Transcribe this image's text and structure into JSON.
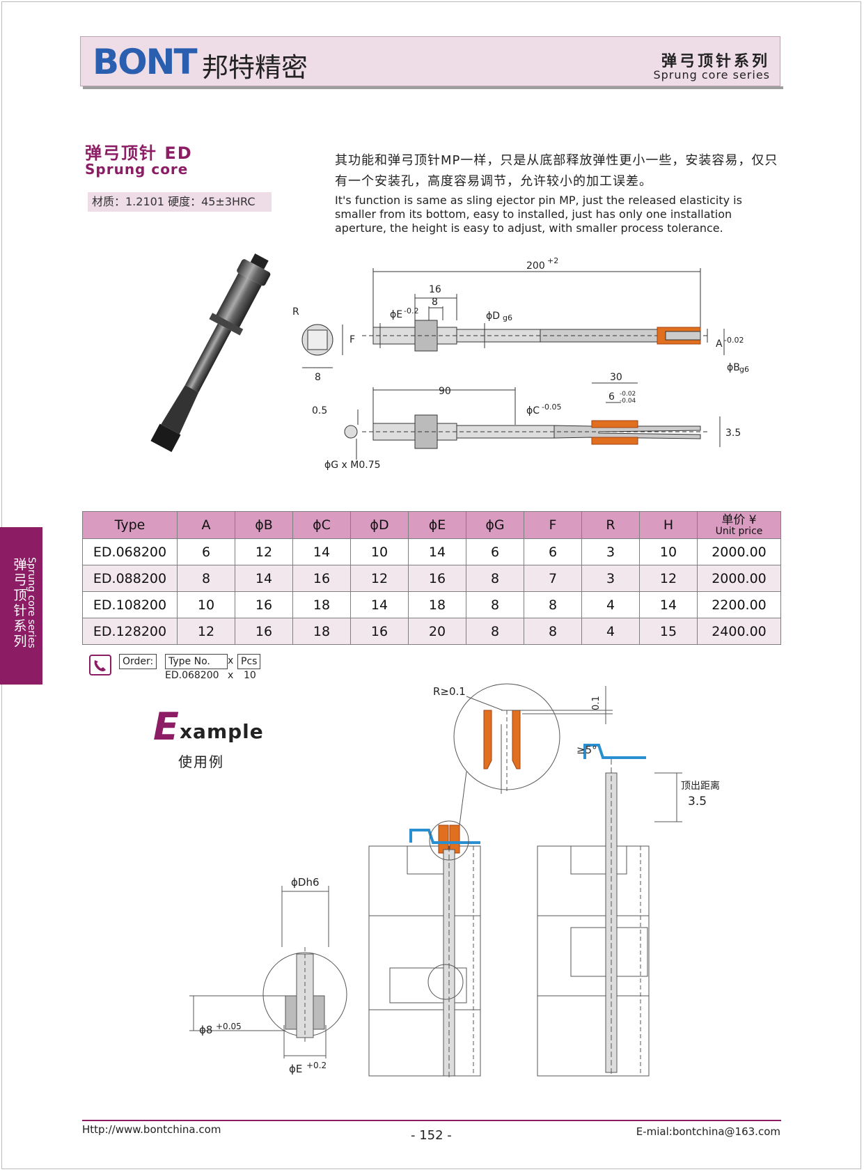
{
  "header": {
    "logo": "BONT",
    "logo_cn": "邦特精密",
    "series_cn": "弹弓顶针系列",
    "series_en": "Sprung core series"
  },
  "side_tab": {
    "cn": "弹弓顶针系列",
    "en": "Sprung core series"
  },
  "product": {
    "title_cn": "弹弓顶针  ED",
    "title_en": "Sprung core",
    "material": "材质：1.2101  硬度：45±3HRC",
    "desc_cn": "其功能和弹弓顶针MP一样，只是从底部释放弹性更小一些，安装容易，仅只有一个安装孔，高度容易调节，允许较小的加工误差。",
    "desc_en": "It's function is same as sling ejector pin MP, just the released elasticity is smaller from its bottom, easy to installed, just has only one installation aperture, the height is easy to adjust, with smaller process tolerance."
  },
  "drawing_labels": {
    "len_200": "200",
    "len_200_tol": "+2",
    "d16": "16",
    "d8": "8",
    "phiE": "ϕE",
    "phiE_tol": "-0.2",
    "phiD": "ϕD",
    "phiD_tol": "g6",
    "R": "R",
    "F": "F",
    "w8": "8",
    "A": "A",
    "A_tol": "-0.02",
    "phiB": "ϕB",
    "phiB_tol": "g6",
    "d90": "90",
    "d30": "30",
    "d6": "6",
    "d6_tol_up": "-0.02",
    "d6_tol_dn": "-0.04",
    "phiC": "ϕC",
    "phiC_tol": "-0.05",
    "d05": "0.5",
    "d35": "3.5",
    "phiG": "ϕG x M0.75"
  },
  "table": {
    "headers": [
      "Type",
      "A",
      "ϕB",
      "ϕC",
      "ϕD",
      "ϕE",
      "ϕG",
      "F",
      "R",
      "H"
    ],
    "unit_price_cn": "单价 ¥",
    "unit_price_en": "Unit price",
    "rows": [
      [
        "ED.068200",
        "6",
        "12",
        "14",
        "10",
        "14",
        "6",
        "6",
        "3",
        "10",
        "2000.00"
      ],
      [
        "ED.088200",
        "8",
        "14",
        "16",
        "12",
        "16",
        "8",
        "7",
        "3",
        "12",
        "2000.00"
      ],
      [
        "ED.108200",
        "10",
        "16",
        "18",
        "14",
        "18",
        "8",
        "8",
        "4",
        "14",
        "2200.00"
      ],
      [
        "ED.128200",
        "12",
        "16",
        "18",
        "16",
        "20",
        "8",
        "8",
        "4",
        "15",
        "2400.00"
      ]
    ]
  },
  "order": {
    "order_label": "Order:",
    "type_label": "Type No.",
    "x": "x",
    "pcs_label": "Pcs",
    "example_type": "ED.068200",
    "example_qty": "10"
  },
  "example": {
    "big_letter": "E",
    "rest": "xample",
    "cn": "使用例",
    "r_label": "R≥0.1",
    "gap": "0.1",
    "angle": "≥5°",
    "eject_cn": "顶出距离",
    "eject_val": "3.5",
    "phiDh6": "ϕDh6",
    "phi8": "ϕ8",
    "phi8_tol": "+0.05",
    "phiE": "ϕE",
    "phiE_tol": "+0.2"
  },
  "footer": {
    "url": "Http://www.bontchina.com",
    "page": "- 152 -",
    "email": "E-mial:bontchina@163.com"
  },
  "colors": {
    "accent": "#8c1c64",
    "header_bg": "#eedce6",
    "table_head": "#d99cc0",
    "orange": "#e07020",
    "blue": "#2a8fd0"
  }
}
